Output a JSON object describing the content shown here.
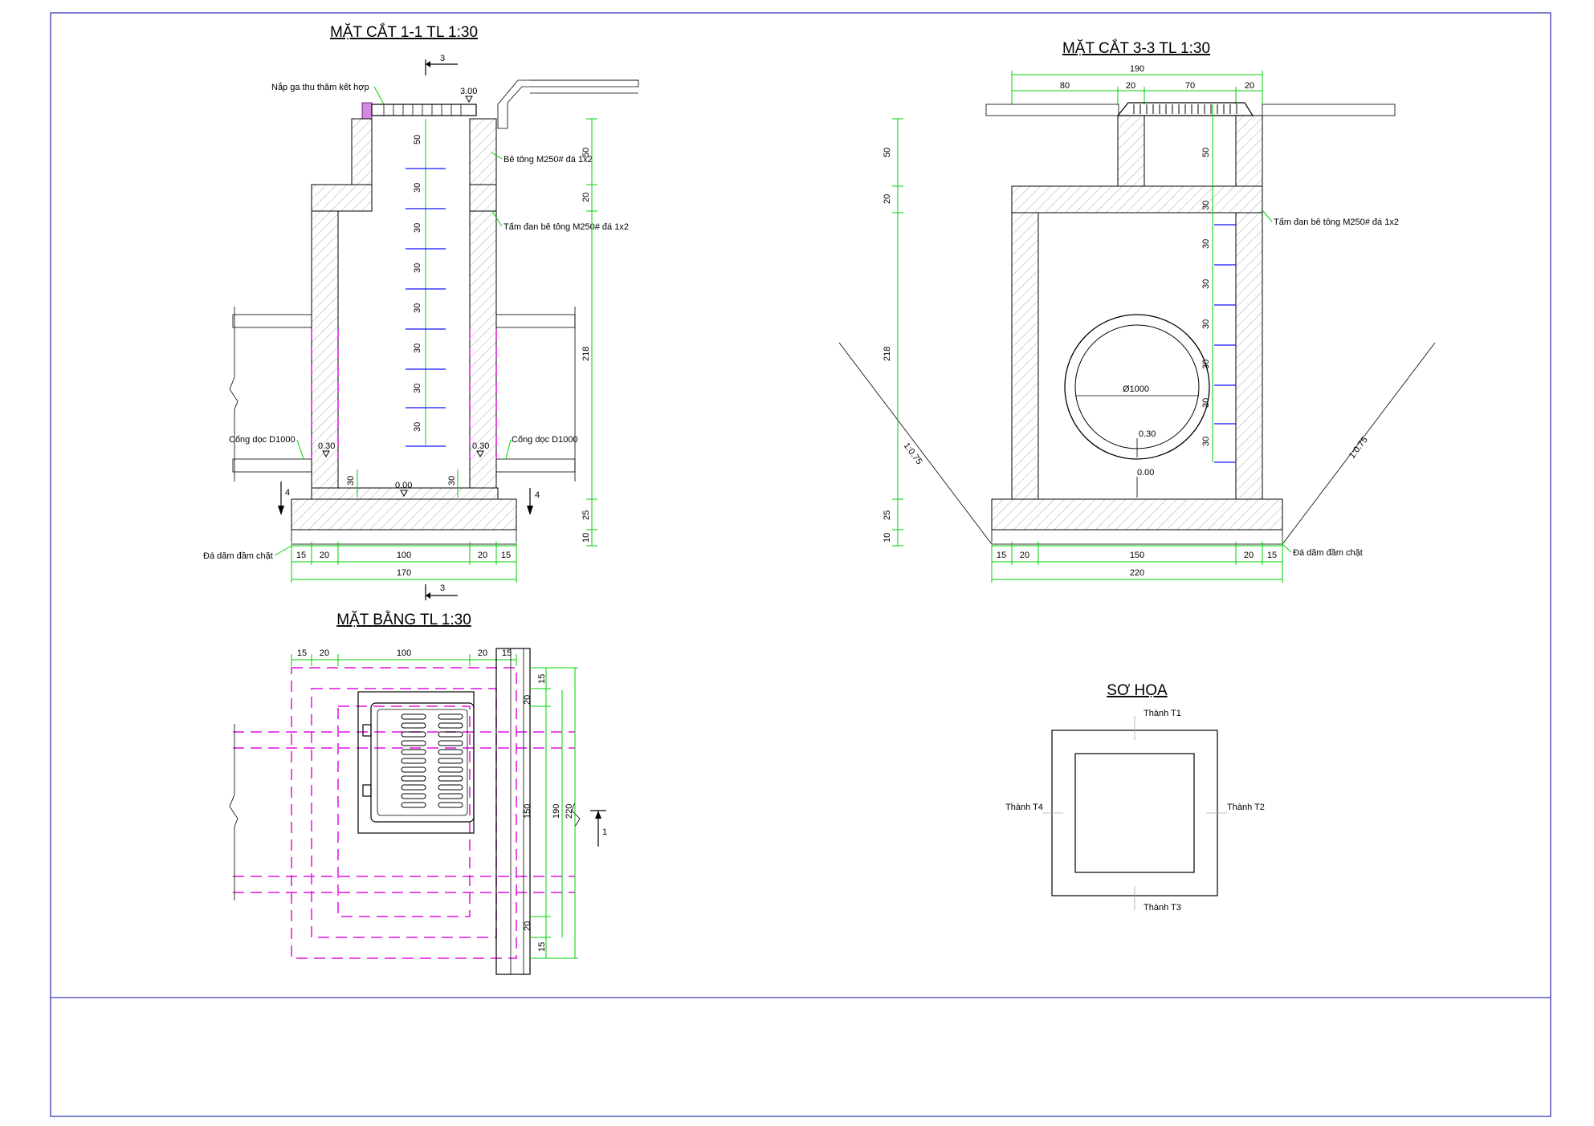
{
  "titles": {
    "section_1_1": "MẶT CẮT 1-1 TL 1:30",
    "section_3_3": "MẶT CẮT 3-3 TL 1:30",
    "plan": "MẶT BẰNG TL 1:30",
    "sketch": "SƠ HỌA"
  },
  "section_1_1": {
    "cover_label": "Nắp ga thu thăm kết hợp",
    "elevation_top": "3.00",
    "concrete_label": "Bê tông M250# đá 1x2",
    "slab_label": "Tấm đan bê tông M250# đá 1x2",
    "pipe_left_label": "Cống dọc D1000",
    "pipe_right_label": "Cống dọc D1000",
    "elev_left": "0.30",
    "elev_right": "0.30",
    "elev_bottom": "0.00",
    "gravel_label": "Đá dăm đầm chặt",
    "section_marker_top": "3",
    "section_marker_bottom": "3",
    "marker_left": "4",
    "marker_right": "4",
    "ladder_dims": [
      "50",
      "30",
      "30",
      "30",
      "30",
      "30",
      "30",
      "30"
    ],
    "right_dims": [
      "50",
      "20",
      "218",
      "25",
      "10"
    ],
    "side_dims": [
      "30",
      "30"
    ],
    "bottom_dims": [
      "15",
      "20",
      "100",
      "20",
      "15"
    ],
    "total_width": "170"
  },
  "section_3_3": {
    "top_total": "190",
    "top_dims": [
      "80",
      "20",
      "70",
      "20"
    ],
    "slab_label": "Tấm đan bê tông M250# đá 1x2",
    "pipe_diameter": "Ø1000",
    "elev_pipe": "0.30",
    "elev_bottom": "0.00",
    "slope_left": "1:0.75",
    "slope_right": "1:0.75",
    "left_dims": [
      "50",
      "20",
      "218",
      "25",
      "10"
    ],
    "ladder_dims": [
      "50",
      "30",
      "30",
      "30",
      "30",
      "30",
      "30",
      "30"
    ],
    "bottom_dims": [
      "15",
      "20",
      "150",
      "20",
      "15"
    ],
    "total_width": "220",
    "gravel_label": "Đá dăm đầm chặt"
  },
  "plan": {
    "top_dims": [
      "15",
      "20",
      "100",
      "20",
      "15"
    ],
    "right_dims": [
      "15",
      "20",
      "150",
      "20",
      "15"
    ],
    "dim_190": "190",
    "dim_220": "220",
    "marker": "1"
  },
  "sketch": {
    "t1": "Thành T1",
    "t2": "Thành T2",
    "t3": "Thành T3",
    "t4": "Thành T4"
  },
  "colors": {
    "border": "#3a3ab8",
    "dimension": "#00d000",
    "hidden": "#e010e0",
    "ladder": "#1010ff"
  }
}
